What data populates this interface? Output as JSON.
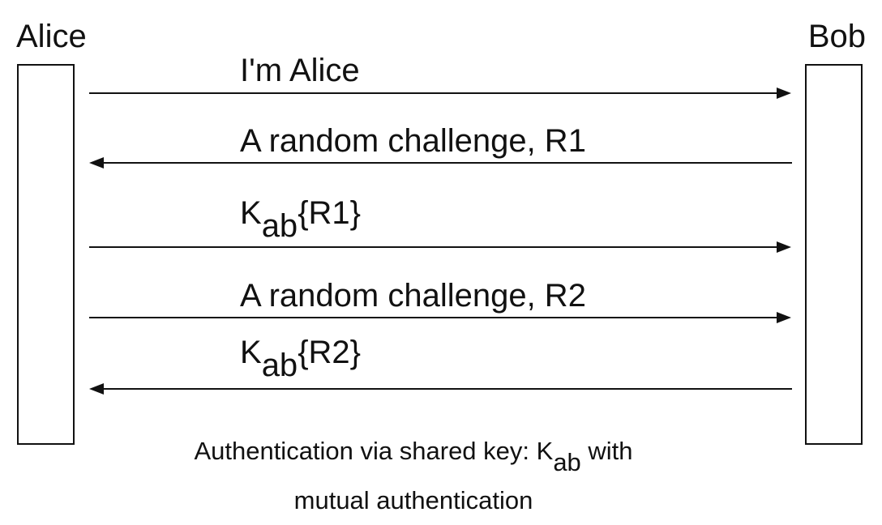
{
  "participants": {
    "alice": "Alice",
    "bob": "Bob"
  },
  "messages": [
    {
      "direction": "right",
      "text": "I'm Alice",
      "subscript": "",
      "suffix": ""
    },
    {
      "direction": "left",
      "text": "A random challenge, R1",
      "subscript": "",
      "suffix": ""
    },
    {
      "direction": "right",
      "text": "K",
      "subscript": "ab",
      "suffix": "{R1}"
    },
    {
      "direction": "right",
      "text": "A random challenge, R2",
      "subscript": "",
      "suffix": ""
    },
    {
      "direction": "left",
      "text": "K",
      "subscript": "ab",
      "suffix": "{R2}"
    }
  ],
  "caption": {
    "line1_before": "Authentication via shared key: K",
    "line1_sub": "ab",
    "line1_after": " with",
    "line2": "mutual authentication"
  },
  "colors": {
    "ink": "#111111",
    "background": "#ffffff"
  }
}
